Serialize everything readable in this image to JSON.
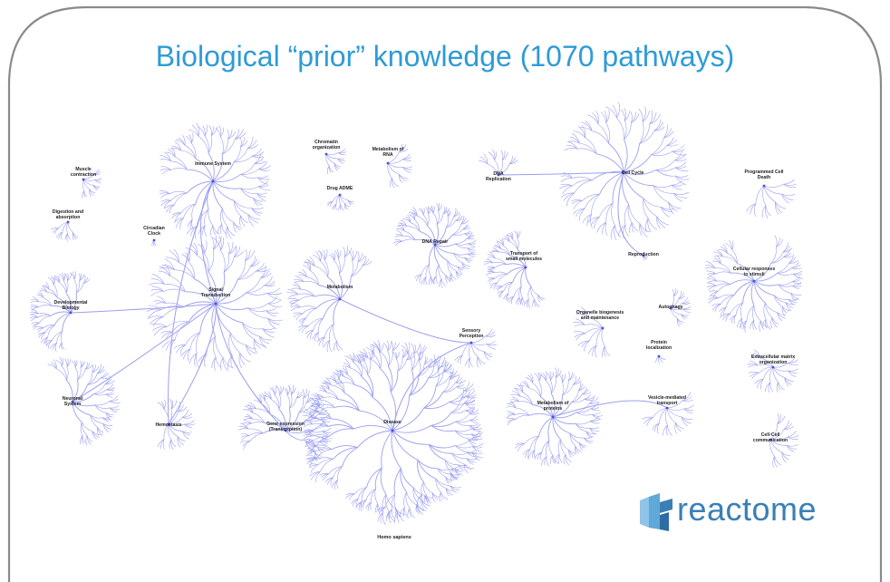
{
  "slide": {
    "title": "Biological “prior” knowledge (1070 pathways)"
  },
  "diagram": {
    "line_color": "#9b9ff0",
    "nodes": [
      {
        "id": "muscle",
        "label": "Muscle contraction"
      },
      {
        "id": "immune",
        "label": "Immune System"
      },
      {
        "id": "chromatin",
        "label": "Chromatin organization"
      },
      {
        "id": "rna",
        "label": "Metabolism of RNA"
      },
      {
        "id": "dnarep",
        "label": "DNA Replication"
      },
      {
        "id": "cellcycle",
        "label": "Cell Cycle"
      },
      {
        "id": "pcd",
        "label": "Programmed Cell Death"
      },
      {
        "id": "drug",
        "label": "Drug ADME"
      },
      {
        "id": "digestion",
        "label": "Digestion and absorption"
      },
      {
        "id": "circadian",
        "label": "Circadian Clock"
      },
      {
        "id": "dnarepair",
        "label": "DNA Repair"
      },
      {
        "id": "transport",
        "label": "Transport of small molecules"
      },
      {
        "id": "repro",
        "label": "Reproduction"
      },
      {
        "id": "cellresp",
        "label": "Cellular responses to stimuli"
      },
      {
        "id": "devbio",
        "label": "Developmental Biology"
      },
      {
        "id": "signal",
        "label": "Signal Transduction"
      },
      {
        "id": "metab",
        "label": "Metabolism"
      },
      {
        "id": "autophagy",
        "label": "Autophagy"
      },
      {
        "id": "organelle",
        "label": "Organelle biogenesis and maintenance"
      },
      {
        "id": "sensory",
        "label": "Sensory Perception"
      },
      {
        "id": "protloc",
        "label": "Protein localization"
      },
      {
        "id": "ecm",
        "label": "Extracellular matrix organization"
      },
      {
        "id": "neuronal",
        "label": "Neuronal System"
      },
      {
        "id": "hemostasis",
        "label": "Hemostasis"
      },
      {
        "id": "gene",
        "label": "Gene expression (Transcription)"
      },
      {
        "id": "disease",
        "label": "Disease"
      },
      {
        "id": "metprot",
        "label": "Metabolism of proteins"
      },
      {
        "id": "vesicle",
        "label": "Vesicle-mediated transport"
      },
      {
        "id": "cellcell",
        "label": "Cell-Cell communication"
      }
    ],
    "root_label": "Homo sapiens"
  },
  "logo": {
    "text": "reactome",
    "colors": [
      "#3a7fb6",
      "#5fa8d8"
    ]
  }
}
